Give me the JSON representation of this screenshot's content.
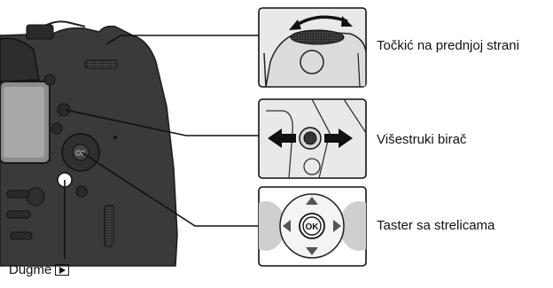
{
  "labels": {
    "front_dial": "Točkić na prednjoj strani",
    "multi_selector": "Višestruki birač",
    "arrow_pad": "Taster sa strelicama",
    "play_button": "Dugme",
    "play_button_icon": "playback-icon"
  },
  "inset_labels": {
    "ok": "OK"
  },
  "colors": {
    "line": "#111111",
    "camera_body": "#3a3a3a",
    "inset_bg": "#e9e9e9",
    "highlight": "#ffffff"
  }
}
